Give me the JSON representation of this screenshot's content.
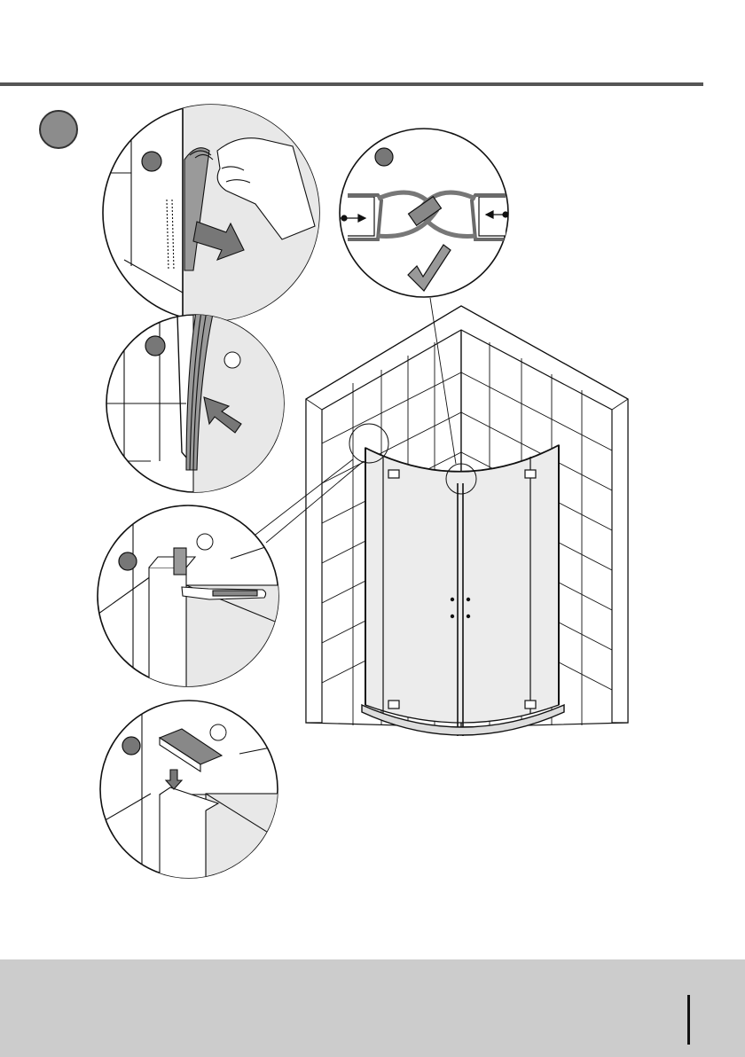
{
  "document": {
    "step_badge": {
      "color": "#8c8c8c"
    },
    "details": [
      {
        "id": "peel-seal"
      },
      {
        "id": "press-seal"
      },
      {
        "id": "trim-seal"
      },
      {
        "id": "fit-cap"
      },
      {
        "id": "magnetic-seal-ok"
      }
    ],
    "colors": {
      "rule": "#555555",
      "footer": "#cccccc",
      "glass": "#e6e6e6",
      "seal": "#8a8a8a",
      "line": "#111111"
    }
  }
}
